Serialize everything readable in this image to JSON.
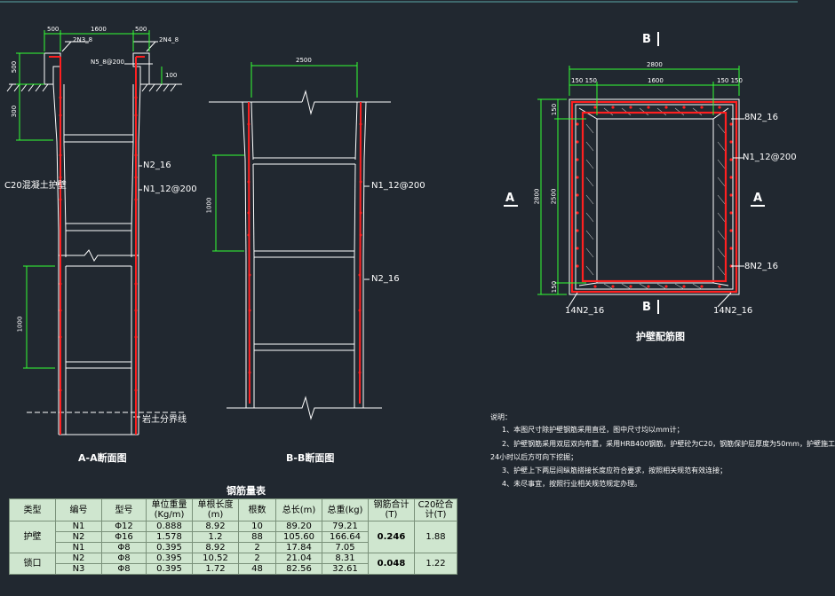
{
  "colors": {
    "background": "#212830",
    "line": "#ffffff",
    "rebar": "#ff2020",
    "dimension": "#33ff33",
    "concrete": "#c0c0c0"
  },
  "aa": {
    "title": "A-A断面图",
    "dims": {
      "top_left": "500",
      "top_mid": "1600",
      "top_right": "500",
      "d500": "500",
      "d300": "300",
      "d100": "100",
      "d1000": "1000"
    },
    "labels": {
      "n3": "2N3_8",
      "n4": "2N4_8",
      "n5": "N5_8@200",
      "c20": "C20混凝土护壁",
      "n2": "N2_16",
      "n1": "N1_12@200",
      "rock": "岩土分界线"
    }
  },
  "bb": {
    "title": "B-B断面图",
    "dims": {
      "width": "2500",
      "d1000": "1000"
    },
    "labels": {
      "n1": "N1_12@200",
      "n2": "N2_16"
    }
  },
  "plan": {
    "title": "护壁配筋图",
    "section_b_top": "B",
    "section_b_bottom": "B",
    "section_a_left": "A",
    "section_a_right": "A",
    "dims": {
      "total": "2800",
      "mid": "1600",
      "side_l": "150 150",
      "side_r": "150 150",
      "h_total": "2800",
      "h_mid": "2500",
      "h_top": "150",
      "h_bot": "150"
    },
    "labels": {
      "bn_top": "8N2_16",
      "n1": "N1_12@200",
      "bn_bot": "8N2_16",
      "corner_l": "14N2_16",
      "corner_r": "14N2_16"
    }
  },
  "notes": {
    "heading": "说明：",
    "items": [
      "1、本图尺寸除护壁钢筋采用直径，图中尺寸均以mm计；",
      "2、护壁钢筋采用双层双向布置，采用HRB400钢筋，护壁砼为C20，钢筋保护层厚度为50mm，护壁施工",
      "24小时以后方可向下挖掘；",
      "3、护壁上下两层间纵筋搭接长度应符合要求，按照相关规范有效连接；",
      "4、未尽事宜，按照行业相关规范规定办理。"
    ]
  },
  "table": {
    "title": "钢筋量表",
    "headers": [
      "类型",
      "编号",
      "型号",
      "单位重量\n(Kg/m)",
      "单根长度\n(m)",
      "根数",
      "总长(m)",
      "总重(kg)",
      "钢筋合计\n(T)",
      "C20砼合\n计(T)"
    ],
    "groups": [
      {
        "type": "护壁",
        "sum_steel": "0.246",
        "sum_conc": "1.88",
        "rows": [
          [
            "N1",
            "Φ12",
            "0.888",
            "8.92",
            "10",
            "89.20",
            "79.21"
          ],
          [
            "N2",
            "Φ16",
            "1.578",
            "1.2",
            "88",
            "105.60",
            "166.64"
          ],
          [
            "N1",
            "Φ8",
            "0.395",
            "8.92",
            "2",
            "17.84",
            "7.05"
          ]
        ]
      },
      {
        "type": "锁口",
        "sum_steel": "0.048",
        "sum_conc": "1.22",
        "rows": [
          [
            "N2",
            "Φ8",
            "0.395",
            "10.52",
            "2",
            "21.04",
            "8.31"
          ],
          [
            "N3",
            "Φ8",
            "0.395",
            "1.72",
            "48",
            "82.56",
            "32.61"
          ]
        ]
      }
    ]
  }
}
